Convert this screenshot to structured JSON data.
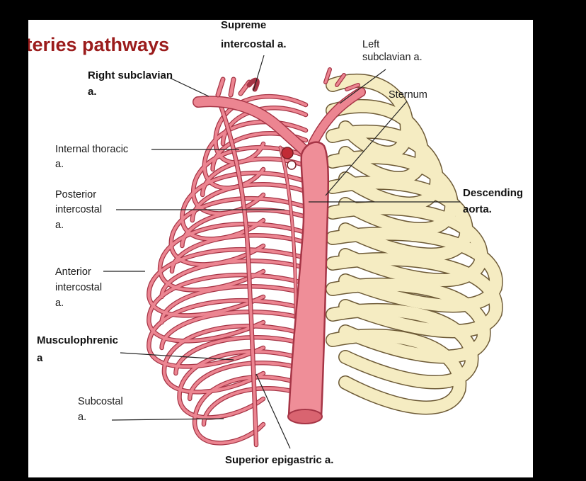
{
  "title": "rteries pathways",
  "labels": {
    "supreme_intercostal_line1": "Supreme",
    "supreme_intercostal_line2": "intercostal a.",
    "right_subclavian_line1": "Right  subclavian",
    "right_subclavian_line2": "a.",
    "left_subclavian_line1": "Left",
    "left_subclavian_line2": "subclavian a.",
    "sternum": "Sternum",
    "internal_thoracic_line1": "Internal thoracic",
    "internal_thoracic_line2": "a.",
    "posterior_intercostal_line1": "Posterior",
    "posterior_intercostal_line2": "intercostal",
    "posterior_intercostal_line3": "a.",
    "descending_aorta_line1": "Descending",
    "descending_aorta_line2": "aorta.",
    "anterior_intercostal_line1": "Anterior",
    "anterior_intercostal_line2": "intercostal",
    "anterior_intercostal_line3": "a.",
    "musculophrenic_line1": "Musculophrenic",
    "musculophrenic_line2": "a",
    "subcostal_line1": "Subcostal",
    "subcostal_line2": "a.",
    "superior_epigastric": "Superior epigastric a."
  },
  "colors": {
    "artery": "#e8737e",
    "artery_dark": "#b33a4a",
    "bone": "#f5ecc2",
    "bone_outline": "#6d5a36",
    "title": "#9b1c1c"
  }
}
